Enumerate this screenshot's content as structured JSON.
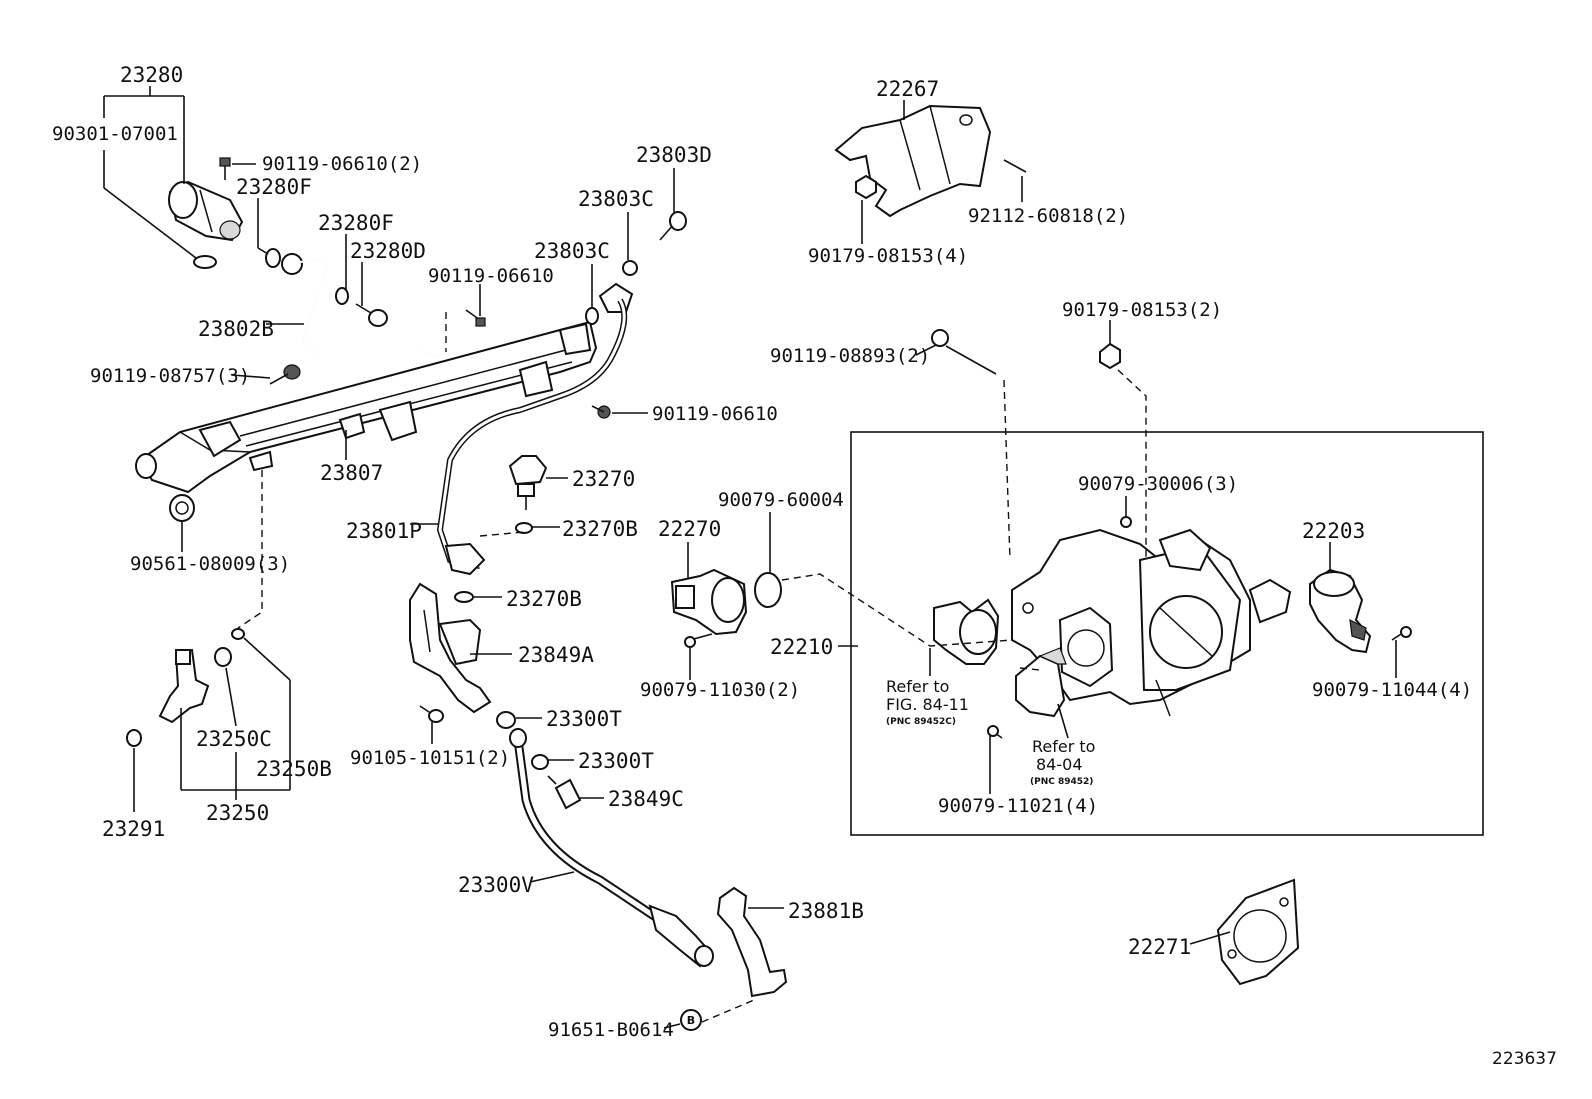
{
  "callouts": {
    "c23280": "23280",
    "c90301": "90301-07001",
    "c90119_06610_2": "90119-06610(2)",
    "c23280F_a": "23280F",
    "c23280F_b": "23280F",
    "c23280D": "23280D",
    "c23802B": "23802B",
    "c90119_08757": "90119-08757(3)",
    "c90119_06610_a": "90119-06610",
    "c23803D": "23803D",
    "c23803C_a": "23803C",
    "c23803C_b": "23803C",
    "c90119_06610_b": "90119-06610",
    "c23807": "23807",
    "c23270": "23270",
    "c23270B_a": "23270B",
    "c23801P": "23801P",
    "c90561": "90561-08009(3)",
    "c23270B_b": "23270B",
    "c23849A": "23849A",
    "c23300T_a": "23300T",
    "c23300T_b": "23300T",
    "c90105": "90105-10151(2)",
    "c23849C": "23849C",
    "c23250C": "23250C",
    "c23250B": "23250B",
    "c23250": "23250",
    "c23291": "23291",
    "c23300V": "23300V",
    "c23881B": "23881B",
    "c91651": "91651-B0614",
    "c22267": "22267",
    "c92112": "92112-60818(2)",
    "c90179_4": "90179-08153(4)",
    "c90179_2": "90179-08153(2)",
    "c90119_08893": "90119-08893(2)",
    "c90079_30006": "90079-30006(3)",
    "c90079_60004": "90079-60004",
    "c22270": "22270",
    "c22203": "22203",
    "c22210": "22210",
    "c90079_11030": "90079-11030(2)",
    "c90079_11044": "90079-11044(4)",
    "c90079_11021": "90079-11021(4)",
    "c22271": "22271"
  },
  "notes": {
    "refer1_a": "Refer to",
    "refer1_b": "FIG. 84-11",
    "refer1_pnc": "(PNC 89452C)",
    "refer2_a": "Refer to",
    "refer2_b": "84-04",
    "refer2_pnc": "(PNC 89452)"
  },
  "marker_b": "B",
  "diagram_id": "223637"
}
